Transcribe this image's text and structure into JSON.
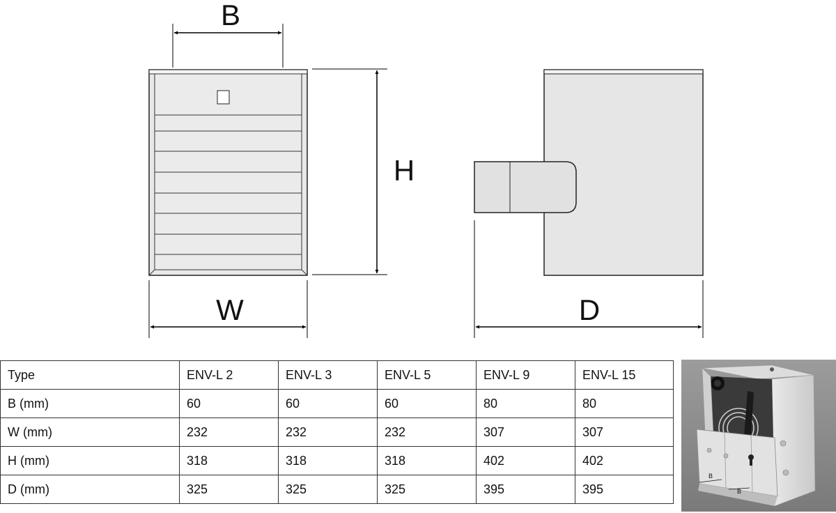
{
  "labels": {
    "b": "B",
    "h": "H",
    "w": "W",
    "d": "D"
  },
  "table": {
    "header": [
      "Type",
      "ENV-L 2",
      "ENV-L 3",
      "ENV-L 5",
      "ENV-L 9",
      "ENV-L 15"
    ],
    "rows": [
      [
        "B (mm)",
        "60",
        "60",
        "60",
        "80",
        "80"
      ],
      [
        "W (mm)",
        "232",
        "232",
        "232",
        "307",
        "307"
      ],
      [
        "H (mm)",
        "318",
        "318",
        "318",
        "402",
        "402"
      ],
      [
        "D (mm)",
        "325",
        "325",
        "325",
        "395",
        "395"
      ]
    ]
  },
  "photo": {
    "label_left": "B",
    "label_right": "B"
  }
}
